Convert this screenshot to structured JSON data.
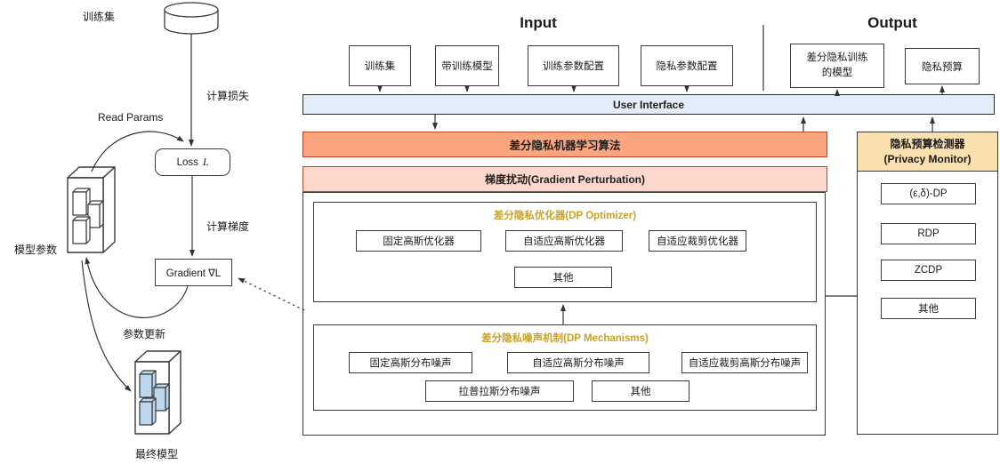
{
  "colors": {
    "ui_bar_fill": "#E3EDF9",
    "algorithm_bar_fill": "#FAA57E",
    "perturbation_bar_fill": "#FBD8CB",
    "accent_border": "#B7472A",
    "monitor_header_fill": "#FADFAF",
    "gold_title": "#C9A227",
    "final_model_box_fill": "#BDD7EE"
  },
  "training_flow": {
    "dataset_label": "训练集",
    "data_store": "Data",
    "compute_loss_label": "计算损失",
    "read_params_label": "Read Params",
    "loss_prefix": "Loss",
    "loss_symbol": "L",
    "compute_gradient_label": "计算梯度",
    "gradient_label": "Gradient ∇L",
    "model_params_label": "模型参数",
    "param_update_label": "参数更新",
    "final_model_label": "最终模型"
  },
  "io": {
    "input_title": "Input",
    "output_title": "Output",
    "input_boxes": [
      "训练集",
      "带训练模型",
      "训练参数配置",
      "隐私参数配置"
    ],
    "output_box_model_line1": "差分隐私训练",
    "output_box_model_line2": "的模型",
    "output_box_budget": "隐私预算"
  },
  "ui_bar_label": "User Interface",
  "algorithm_bar_label": "差分隐私机器学习算法",
  "perturbation_bar_label": "梯度扰动(Gradient Perturbation)",
  "dp_optimizer": {
    "title": "差分隐私优化器(DP Optimizer)",
    "boxes": [
      "固定高斯优化器",
      "自适应高斯优化器",
      "自适应裁剪优化器"
    ],
    "other": "其他"
  },
  "dp_mechanisms": {
    "title": "差分隐私噪声机制(DP Mechanisms)",
    "row1": [
      "固定高斯分布噪声",
      "自适应高斯分布噪声",
      "自适应裁剪高斯分布噪声"
    ],
    "row2": [
      "拉普拉斯分布噪声",
      "其他"
    ]
  },
  "privacy_monitor": {
    "title_line1": "隐私预算检测器",
    "title_line2": "(Privacy Monitor)",
    "boxes": [
      "(ε,δ)-DP",
      "RDP",
      "ZCDP",
      "其他"
    ]
  }
}
